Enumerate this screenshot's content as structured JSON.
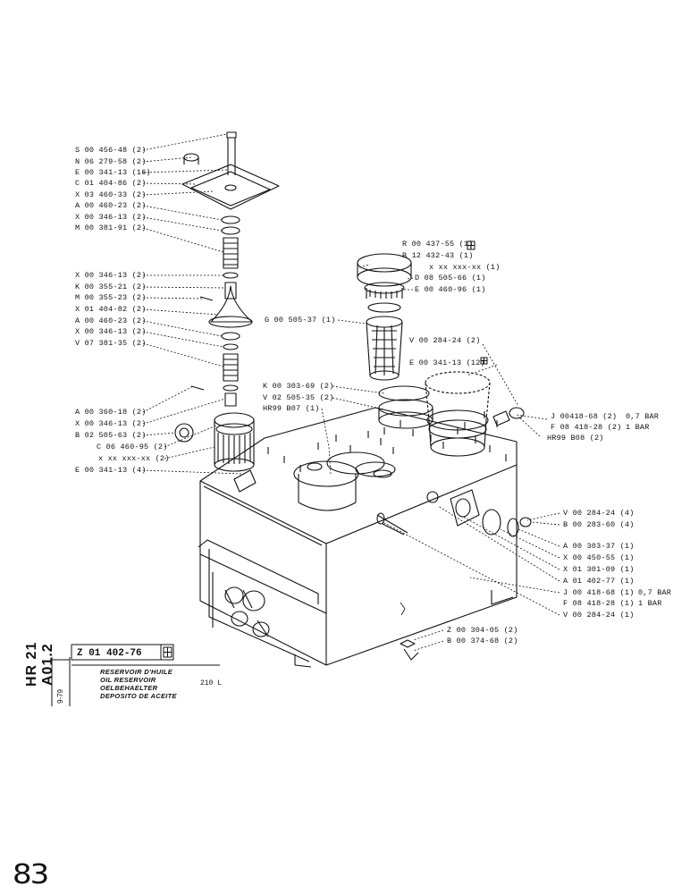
{
  "labels": {
    "l_s00456": "S 00 456-48 (2)",
    "l_n06279": "N 06 279-58 (2)",
    "l_e00341_16": "E 00 341-13 (16)",
    "l_c01404": "C 01 404-86 (2)",
    "l_x03460": "X 03 460-33 (2)",
    "l_a00460_a": "A 00 460-23 (2)",
    "l_x00346_a": "X 00 346-13 (2)",
    "l_m00381": "M 00 381-91 (2)",
    "l_x00346_b": "X 00 346-13 (2)",
    "l_k00355": "K 00 355-21 (2)",
    "l_m00355": "M 00 355-23 (2)",
    "l_x01404": "X 01 404-82 (2)",
    "l_a00460_b": "A 00 460-23 (2)",
    "l_x00346_c": "X 00 346-13 (2)",
    "l_v07381": "V 07 381-35 (2)",
    "l_a00360": "A 00 360-18 (2)",
    "l_x00346_d": "X 00 346-13 (2)",
    "l_b02505": "B 02 505-63 (2)",
    "l_c06460": "C 06 460-95 (2)",
    "l_xx": "x xx xxx-xx (2)",
    "l_e00341_4": "E 00 341-13 (4)",
    "l_r00437": "R 00 437-55 (1)",
    "l_b12432": "B 12 432-43 (1)",
    "l_xx_top": "x xx xxx-xx (1)",
    "l_d08505": "D 08 505-66 (1)",
    "l_e00460": "E 00 460-96 (1)",
    "l_g00505": "G 00 505-37 (1)",
    "l_v00284_2": "V 00 284-24 (2)",
    "l_e00341_12": "E 00 341-13 (12)",
    "l_k00303": "K 00 303-69 (2)",
    "l_v02505": "V 02 505-35 (2)",
    "l_hr99b07": "HR99 B07 (1)",
    "l_j00418_2": "J 00418-68 (2)",
    "l_07bar_a": "0,7 BAR",
    "l_f08418_2": "F 08 418-28 (2)",
    "l_1bar_a": "1 BAR",
    "l_hr99b08": "HR99 B08 (2)",
    "l_v00284_4": "V 00 284-24 (4)",
    "l_b00283": "B 00 283-60 (4)",
    "l_a00303": "A 00 303-37 (1)",
    "l_x00450": "X 00 450-55 (1)",
    "l_x01301": "X 01 301-09 (1)",
    "l_a01402": "A 01 402-77 (1)",
    "l_j00418_1": "J 00 418-68 (1)",
    "l_07bar_b": "0,7 BAR",
    "l_f08418_1": "F 08 418-28 (1)",
    "l_1bar_b": "1 BAR",
    "l_v00284_1": "V 00 284-24 (1)",
    "l_z00304": "Z 00 304-05 (2)",
    "l_b00374": "B 00 374-68 (2)"
  },
  "title_block": {
    "side_code": "HR 21 A01.2",
    "date_code": "9-79",
    "part_number": "Z 01 402-76",
    "title_fr": "RESERVOIR D'HUILE",
    "title_en": "OIL RESERVOIR",
    "title_de": "OELBEHAELTER",
    "title_es": "DEPOSITO DE ACEITE",
    "capacity": "210 L"
  },
  "page_number": "83"
}
